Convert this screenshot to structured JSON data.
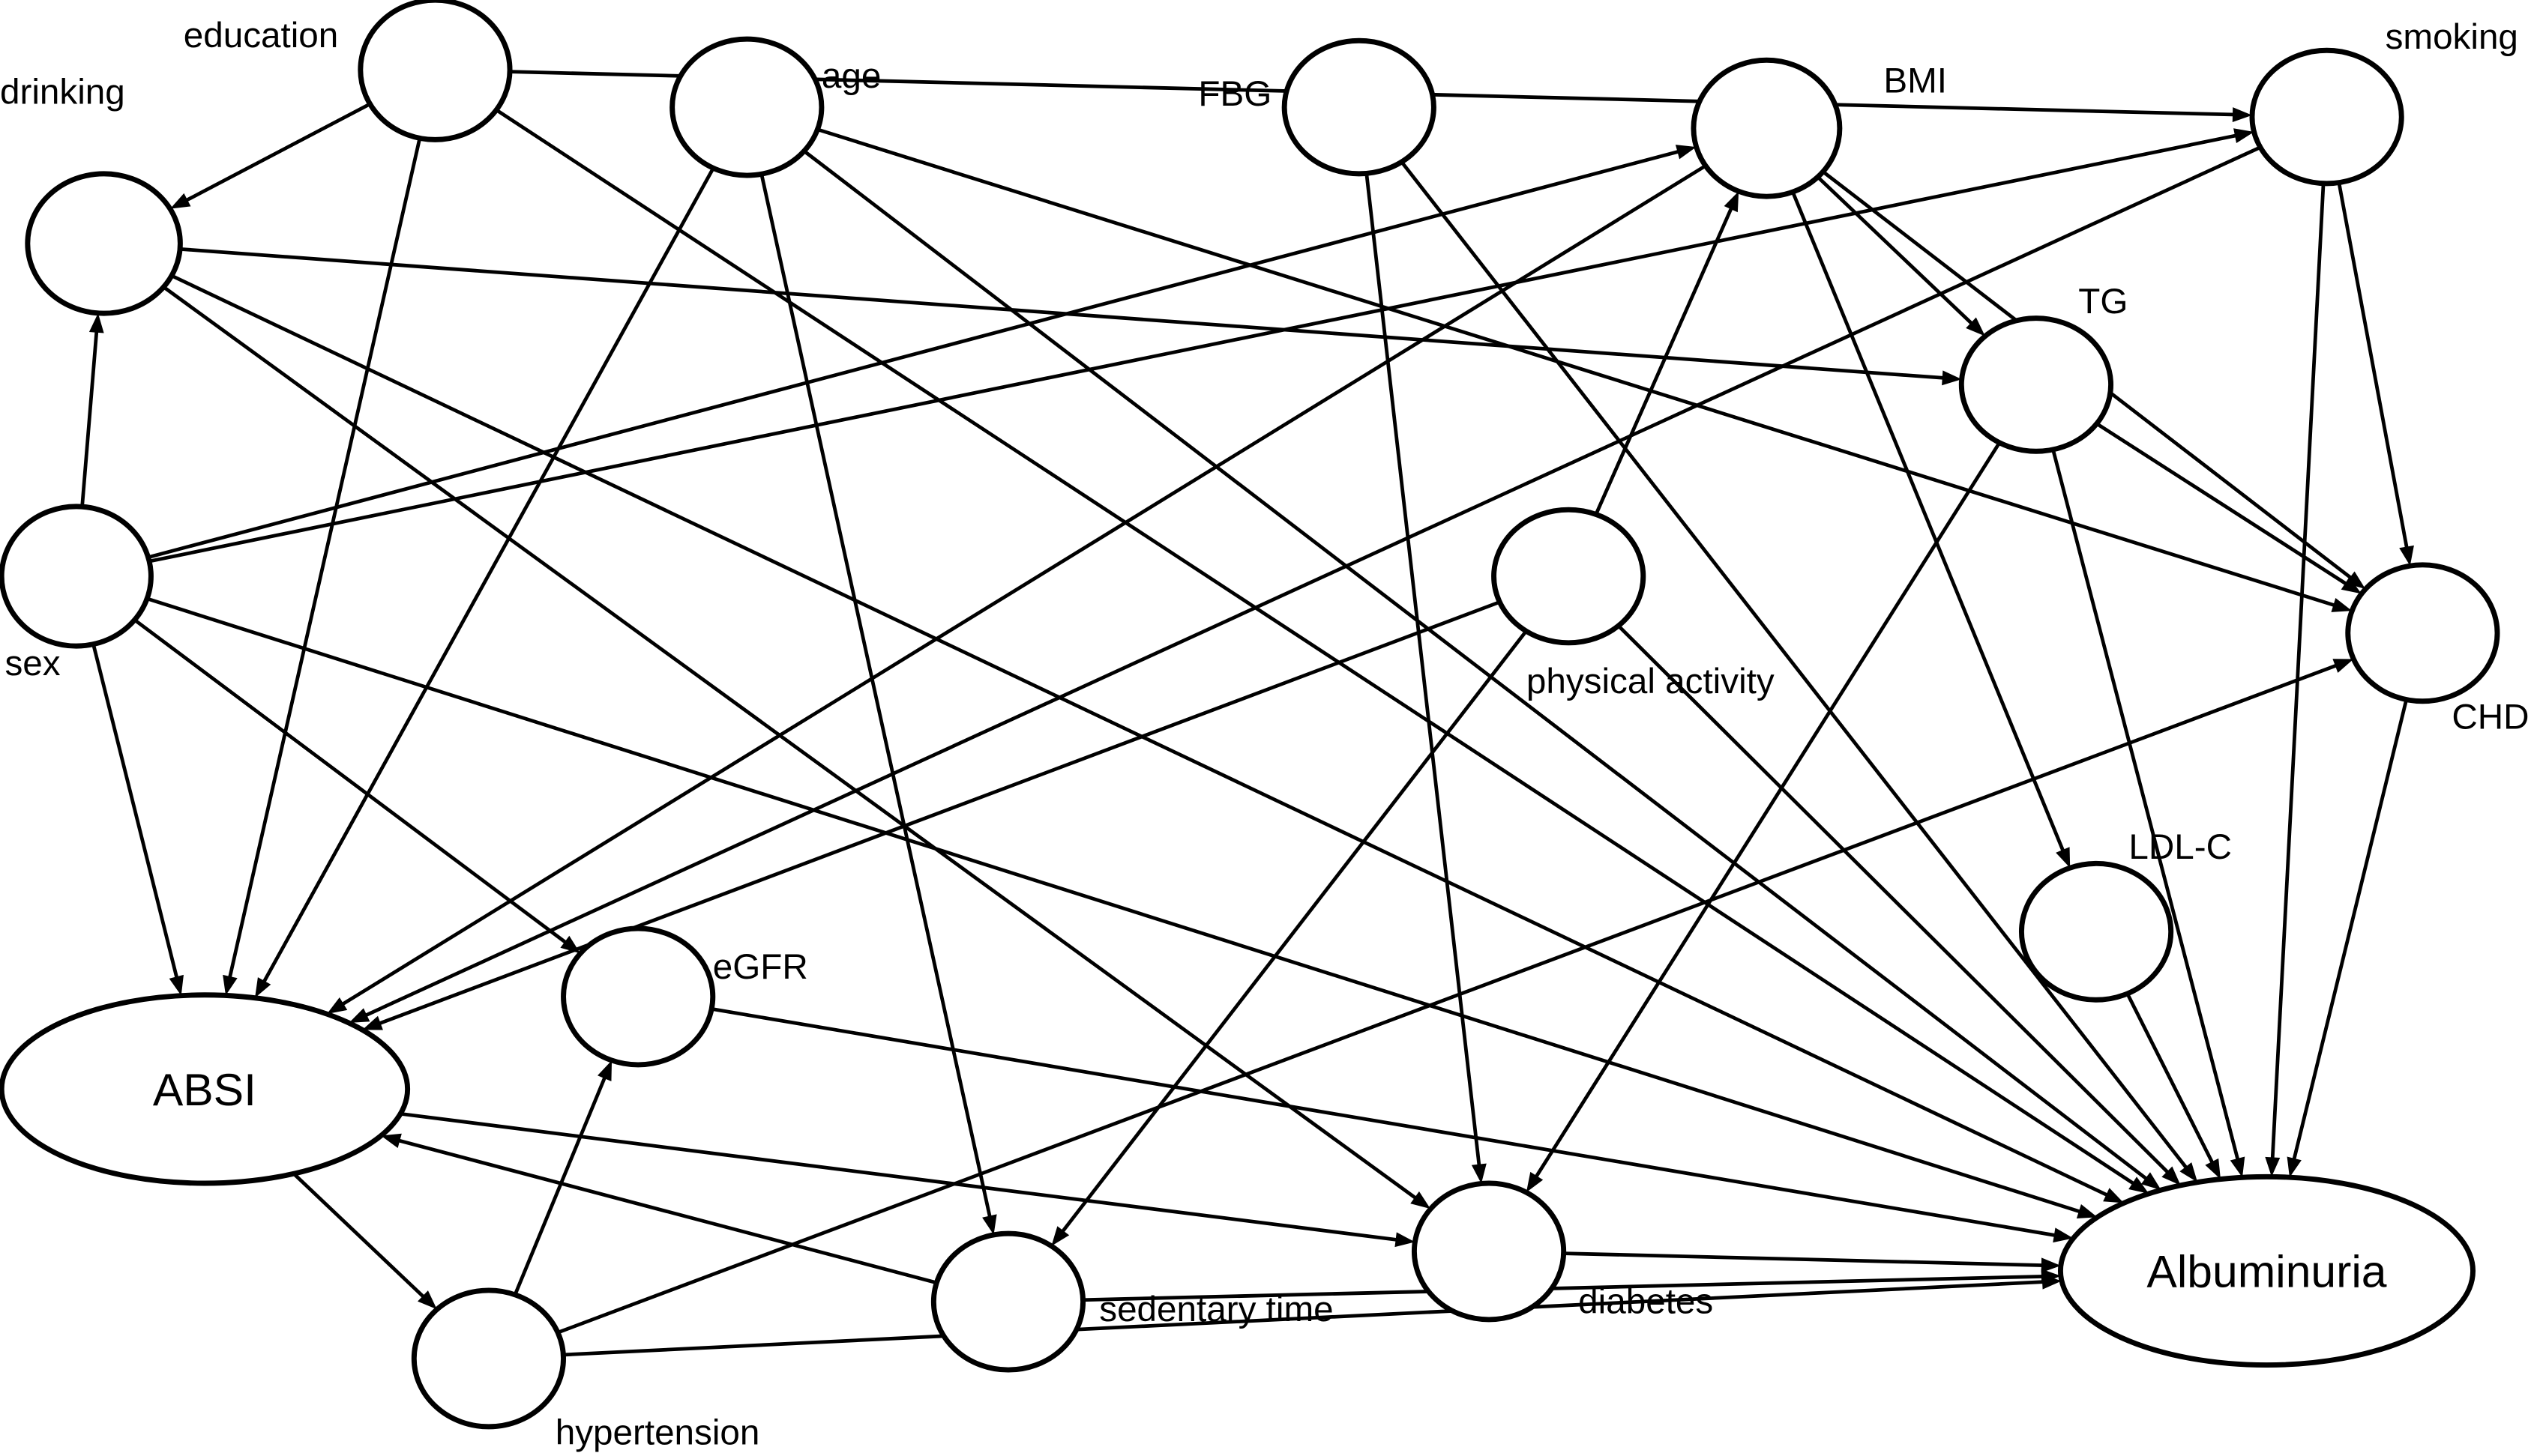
{
  "diagram": {
    "type": "directed-acyclic-graph",
    "colors": {
      "node_fill": "#ffffff",
      "stroke": "#000000",
      "text": "#000000"
    },
    "nodes": [
      {
        "id": "education",
        "label": "education"
      },
      {
        "id": "drinking",
        "label": "drinking"
      },
      {
        "id": "age",
        "label": "age"
      },
      {
        "id": "fbg",
        "label": "FBG"
      },
      {
        "id": "bmi",
        "label": "BMI"
      },
      {
        "id": "smoking",
        "label": "smoking"
      },
      {
        "id": "tg",
        "label": "TG"
      },
      {
        "id": "sex",
        "label": "sex"
      },
      {
        "id": "physical_activity",
        "label": "physical activity"
      },
      {
        "id": "chd",
        "label": "CHD"
      },
      {
        "id": "ldlc",
        "label": "LDL-C"
      },
      {
        "id": "egfr",
        "label": "eGFR"
      },
      {
        "id": "absi",
        "label": "ABSI"
      },
      {
        "id": "albuminuria",
        "label": "Albuminuria"
      },
      {
        "id": "hypertension",
        "label": "hypertension"
      },
      {
        "id": "sedentary_time",
        "label": "sedentary time"
      },
      {
        "id": "diabetes",
        "label": "diabetes"
      }
    ],
    "edges": [
      {
        "from": "education",
        "to": "smoking"
      },
      {
        "from": "education",
        "to": "drinking"
      },
      {
        "from": "education",
        "to": "absi"
      },
      {
        "from": "education",
        "to": "albuminuria"
      },
      {
        "from": "drinking",
        "to": "tg"
      },
      {
        "from": "drinking",
        "to": "albuminuria"
      },
      {
        "from": "drinking",
        "to": "diabetes"
      },
      {
        "from": "sex",
        "to": "drinking"
      },
      {
        "from": "sex",
        "to": "bmi"
      },
      {
        "from": "sex",
        "to": "smoking"
      },
      {
        "from": "sex",
        "to": "absi"
      },
      {
        "from": "sex",
        "to": "egfr"
      },
      {
        "from": "sex",
        "to": "albuminuria"
      },
      {
        "from": "age",
        "to": "absi"
      },
      {
        "from": "age",
        "to": "sedentary_time"
      },
      {
        "from": "age",
        "to": "chd"
      },
      {
        "from": "age",
        "to": "albuminuria"
      },
      {
        "from": "fbg",
        "to": "diabetes"
      },
      {
        "from": "fbg",
        "to": "albuminuria"
      },
      {
        "from": "bmi",
        "to": "absi"
      },
      {
        "from": "bmi",
        "to": "tg"
      },
      {
        "from": "bmi",
        "to": "ldlc"
      },
      {
        "from": "bmi",
        "to": "chd"
      },
      {
        "from": "smoking",
        "to": "absi"
      },
      {
        "from": "smoking",
        "to": "chd"
      },
      {
        "from": "smoking",
        "to": "albuminuria"
      },
      {
        "from": "tg",
        "to": "chd"
      },
      {
        "from": "tg",
        "to": "albuminuria"
      },
      {
        "from": "tg",
        "to": "diabetes"
      },
      {
        "from": "physical_activity",
        "to": "bmi"
      },
      {
        "from": "physical_activity",
        "to": "absi"
      },
      {
        "from": "physical_activity",
        "to": "sedentary_time"
      },
      {
        "from": "physical_activity",
        "to": "albuminuria"
      },
      {
        "from": "chd",
        "to": "albuminuria"
      },
      {
        "from": "ldlc",
        "to": "albuminuria"
      },
      {
        "from": "egfr",
        "to": "albuminuria"
      },
      {
        "from": "absi",
        "to": "hypertension"
      },
      {
        "from": "absi",
        "to": "diabetes"
      },
      {
        "from": "hypertension",
        "to": "egfr"
      },
      {
        "from": "hypertension",
        "to": "chd"
      },
      {
        "from": "hypertension",
        "to": "albuminuria"
      },
      {
        "from": "sedentary_time",
        "to": "absi"
      },
      {
        "from": "sedentary_time",
        "to": "albuminuria"
      },
      {
        "from": "diabetes",
        "to": "albuminuria"
      }
    ]
  }
}
